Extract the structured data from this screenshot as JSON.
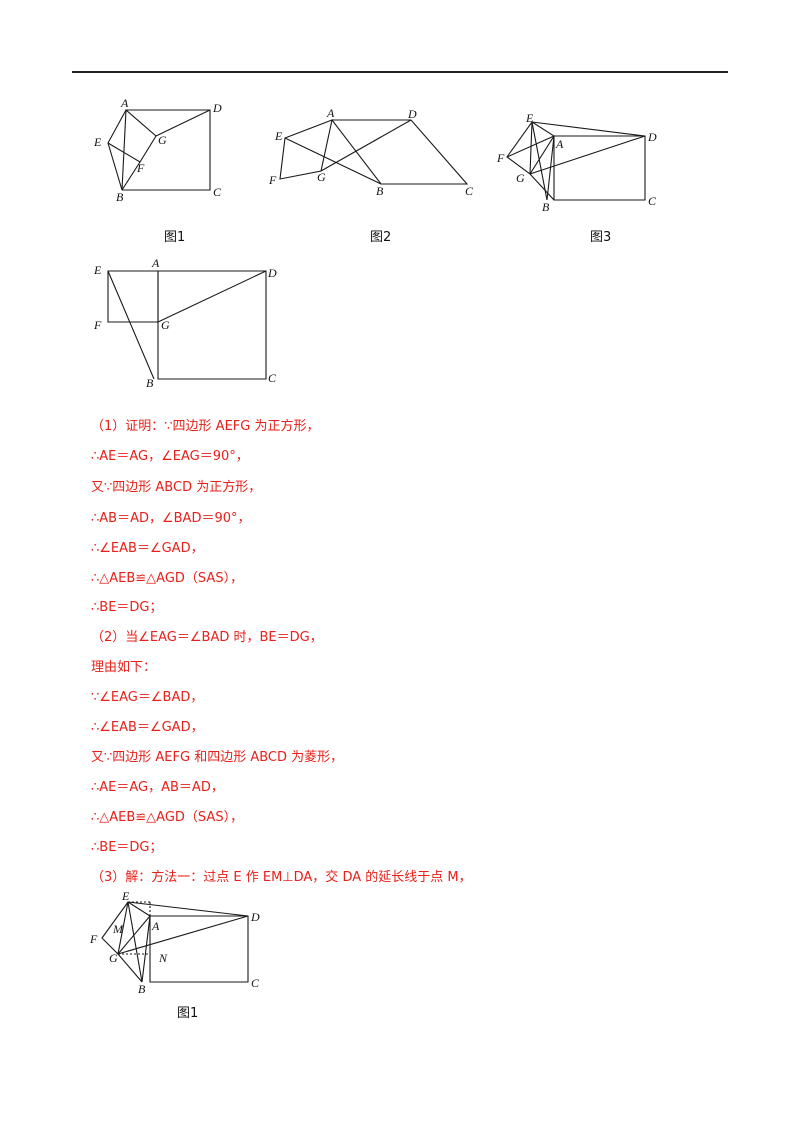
{
  "figures": {
    "fig1": {
      "caption": "图1",
      "labels": {
        "A": "A",
        "D": "D",
        "E": "E",
        "G": "G",
        "F": "F",
        "B": "B",
        "C": "C"
      }
    },
    "fig2": {
      "caption": "图2",
      "labels": {
        "E": "E",
        "A": "A",
        "D": "D",
        "F": "F",
        "G": "G",
        "B": "B",
        "C": "C"
      }
    },
    "fig3": {
      "caption": "图3",
      "labels": {
        "E": "E",
        "A": "A",
        "D": "D",
        "F": "F",
        "G": "G",
        "B": "B",
        "C": "C"
      }
    },
    "fig4": {
      "labels": {
        "E": "E",
        "A": "A",
        "D": "D",
        "F": "F",
        "G": "G",
        "B": "B",
        "C": "C"
      }
    },
    "fig5": {
      "caption": "图1",
      "labels": {
        "E": "E",
        "M": "M",
        "A": "A",
        "D": "D",
        "F": "F",
        "G": "G",
        "N": "N",
        "B": "B",
        "C": "C"
      }
    }
  },
  "solution_lines": [
    "（1）证明：∵四边形 AEFG 为正方形，",
    "∴AE＝AG，∠EAG＝90°，",
    "又∵四边形 ABCD 为正方形，",
    "∴AB＝AD，∠BAD＝90°，",
    "∴∠EAB＝∠GAD，",
    "∴△AEB≌△AGD（SAS），",
    "∴BE＝DG；",
    "（2）当∠EAG＝∠BAD 时，BE＝DG，",
    "理由如下：",
    "∵∠EAG＝∠BAD，",
    "∴∠EAB＝∠GAD，",
    "又∵四边形 AEFG 和四边形 ABCD 为菱形，",
    "∴AE＝AG，AB＝AD，",
    "∴△AEB≌△AGD（SAS），",
    "∴BE＝DG；",
    "（3）解：方法一：过点 E 作 EM⊥DA，交 DA 的延长线于点 M，"
  ]
}
